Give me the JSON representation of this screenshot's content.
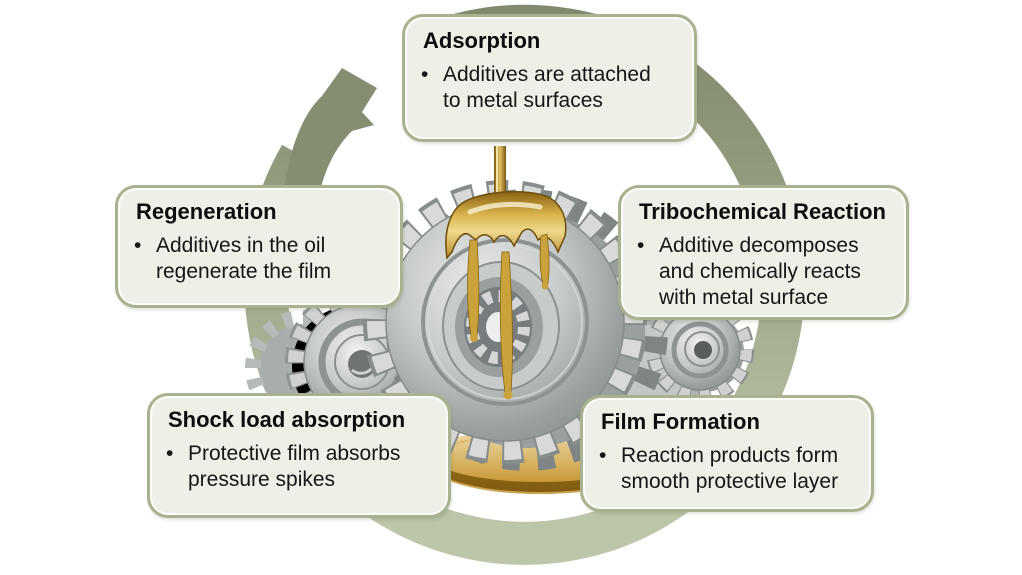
{
  "bullet_glyph": "•",
  "steps": [
    {
      "id": "adsorption",
      "title": "Adsorption",
      "bullet": "Additives are attached to metal surfaces"
    },
    {
      "id": "tribochemical-reaction",
      "title": "Tribochemical Reaction",
      "bullet": "Additive decomposes and chemically reacts with metal surface"
    },
    {
      "id": "film-formation",
      "title": "Film Formation",
      "bullet": "Reaction products form smooth protective layer"
    },
    {
      "id": "shock-load-absorption",
      "title": "Shock load absorption",
      "bullet": "Protective film absorbs pressure spikes"
    },
    {
      "id": "regeneration",
      "title": "Regeneration",
      "bullet": "Additives in the oil regenerate the film"
    }
  ],
  "colors": {
    "ring_top": "#828a6d",
    "ring_mid": "#99a183",
    "ring_bottom": "#b9c3a5",
    "arrow": "#868e72",
    "box_fill": "#eef0e7",
    "box_border": "#a9b28e",
    "oil_dark": "#8a6212",
    "oil_gold": "#d9b44e",
    "oil_light": "#eed98e",
    "base_gold_light": "#f0ddae",
    "base_gold_dark": "#c89a36",
    "gear_metal_light": "#e9ebea",
    "gear_metal_dark": "#8b9190"
  }
}
